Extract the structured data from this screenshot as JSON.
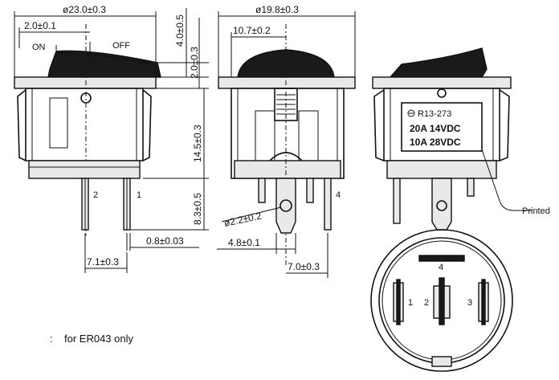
{
  "dimensions": {
    "body_diameter": "ø23.0±0.3",
    "offset_top": "2.0±0.1",
    "height_top": "4.0±0.5",
    "bezel_height": "2.0±0.3",
    "body_height": "14.5±0.3",
    "terminal_length": "8.3±0.5",
    "terminal_thickness": "0.8±0.03",
    "terminal_pitch_side": "7.1±0.3",
    "front_diameter": "ø19.8±0.3",
    "rocker_width": "10.7±0.2",
    "hole_diameter": "ø2.2±0.2",
    "terminal_width": "4.8±0.1",
    "terminal_spacing": "7.0±0.3"
  },
  "labels": {
    "on": "ON",
    "off": "OFF",
    "printed": "Printed",
    "pin_side_2": "2",
    "pin_side_1": "1",
    "pin_front_4": "4",
    "bottom_pin_4": "4",
    "bottom_pin_1": "1",
    "bottom_pin_2": "2",
    "bottom_pin_3": "3"
  },
  "marking": {
    "code": "R13-273",
    "rating_1": "20A 14VDC",
    "rating_2": "10A 28VDC"
  },
  "note": "for ER043 only",
  "note_bullet": ":"
}
